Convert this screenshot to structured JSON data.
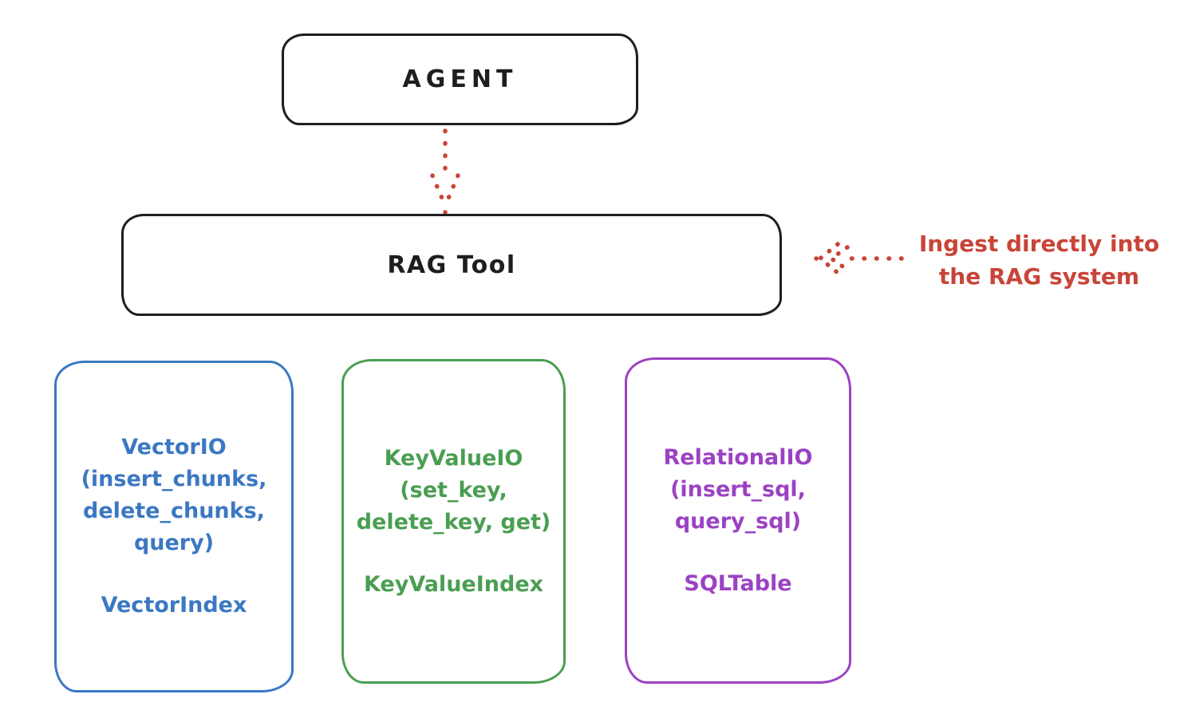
{
  "colors": {
    "ink": "#1e1e1e",
    "red": "#c94438",
    "blue": "#3b78c3",
    "green": "#4a9e52",
    "purple": "#9b42c3"
  },
  "agent": {
    "label": "AGENT"
  },
  "rag_tool": {
    "label": "RAG Tool"
  },
  "annotation": {
    "line1": "Ingest directly into",
    "line2": "the RAG system"
  },
  "backends": [
    {
      "name": "vector-io",
      "color": "#3b78c3",
      "lines": [
        "VectorIO",
        "(insert_chunks,",
        "delete_chunks,",
        "query)"
      ],
      "index_label": "VectorIndex"
    },
    {
      "name": "key-value-io",
      "color": "#4a9e52",
      "lines": [
        "KeyValueIO",
        "(set_key,",
        "delete_key, get)"
      ],
      "index_label": "KeyValueIndex"
    },
    {
      "name": "relational-io",
      "color": "#9b42c3",
      "lines": [
        "RelationalIO",
        "(insert_sql,",
        "query_sql)"
      ],
      "index_label": "SQLTable"
    }
  ]
}
